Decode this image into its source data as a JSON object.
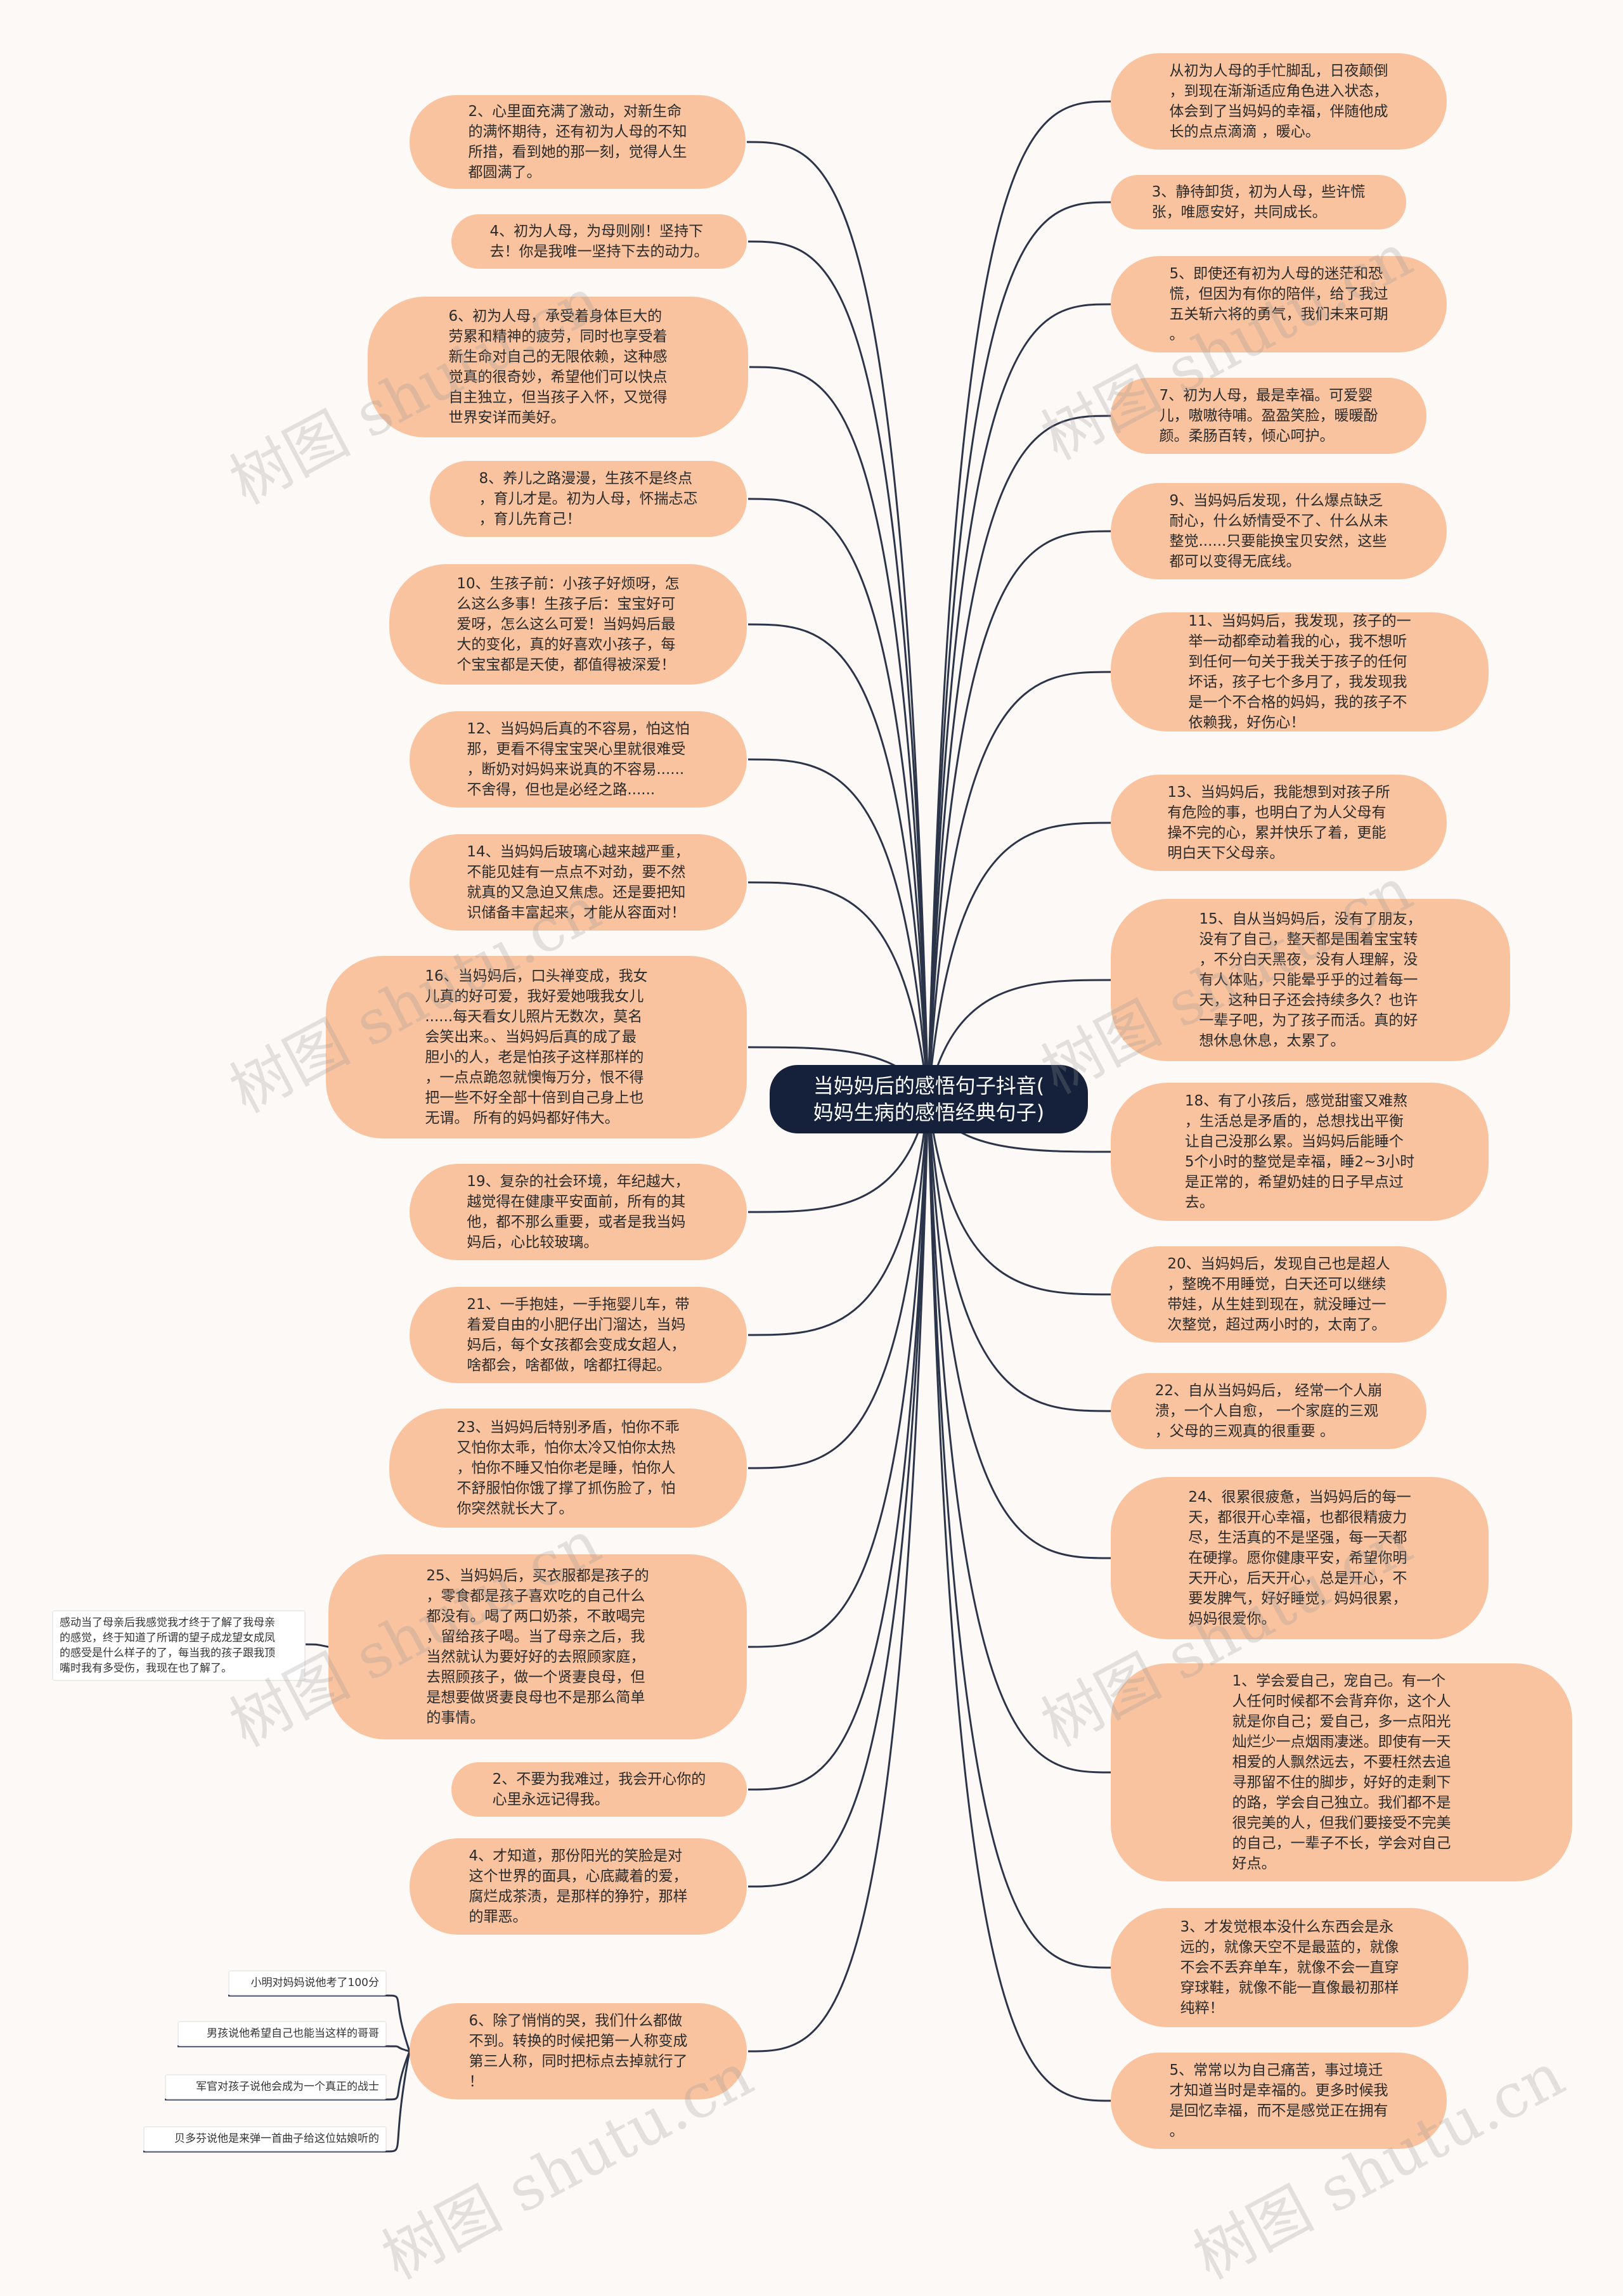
{
  "center": {
    "title": "当妈妈后的感悟句子抖音(\n妈妈生病的感悟经典句子)"
  },
  "left_nodes": [
    "2、心里面充满了激动，对新生命\n的满怀期待，还有初为人母的不知\n所措，看到她的那一刻，觉得人生\n都圆满了。",
    "4、初为人母，为母则刚！坚持下\n去！你是我唯一坚持下去的动力。",
    "6、初为人母，承受着身体巨大的\n劳累和精神的疲劳，同时也享受着\n新生命对自己的无限依赖，这种感\n觉真的很奇妙，希望他们可以快点\n自主独立，但当孩子入怀，又觉得\n世界安详而美好。",
    "8、养儿之路漫漫，生孩不是终点\n，育儿才是。初为人母，怀揣忐忑\n，育儿先育己！",
    "10、生孩子前：小孩子好烦呀，怎\n么这么多事！生孩子后：宝宝好可\n爱呀，怎么这么可爱！当妈妈后最\n大的变化，真的好喜欢小孩子，每\n个宝宝都是天使，都值得被深爱！",
    "12、当妈妈后真的不容易，怕这怕\n那，更看不得宝宝哭心里就很难受\n，断奶对妈妈来说真的不容易......\n不舍得，但也是必经之路......",
    "14、当妈妈后玻璃心越来越严重，\n不能见娃有一点点不对劲，要不然\n就真的又急迫又焦虑。还是要把知\n识储备丰富起来，才能从容面对！",
    "16、当妈妈后，口头禅变成，我女\n儿真的好可爱，我好爱她哦我女儿\n......每天看女儿照片无数次，莫名\n会笑出来。、当妈妈后真的成了最\n胆小的人，老是怕孩子这样那样的\n，一点点跪忽就懊悔万分，恨不得\n把一些不好全部十倍到自己身上也\n无谓。 所有的妈妈都好伟大。",
    "19、复杂的社会环境，年纪越大，\n越觉得在健康平安面前，所有的其\n他，都不那么重要，或者是我当妈\n妈后，心比较玻璃。",
    "21、一手抱娃，一手拖婴儿车，带\n着爱自由的小肥仔出门溜达，当妈\n妈后，每个女孩都会变成女超人，\n啥都会，啥都做，啥都扛得起。",
    "23、当妈妈后特别矛盾，怕你不乖\n又怕你太乖，怕你太冷又怕你太热\n，怕你不睡又怕你老是睡，怕你人\n不舒服怕你饿了撑了抓伤脸了，怕\n你突然就长大了。",
    "25、当妈妈后，买衣服都是孩子的\n，零食都是孩子喜欢吃的自己什么\n都没有。喝了两口奶茶，不敢喝完\n，留给孩子喝。当了母亲之后，我\n当然就认为要好好的去照顾家庭，\n去照顾孩子，做一个贤妻良母，但\n是想要做贤妻良母也不是那么简单\n的事情。",
    "2、不要为我难过，我会开心你的\n心里永远记得我。",
    "4、才知道，那份阳光的笑脸是对\n这个世界的面具，心底藏着的爱，\n腐烂成茶渍，是那样的狰狞，那样\n的罪恶。",
    "6、除了悄悄的哭，我们什么都做\n不到。转换的时候把第一人称变成\n第三人称，同时把标点去掉就行了\n！"
  ],
  "right_nodes": [
    "从初为人母的手忙脚乱，日夜颠倒\n，到现在渐渐适应角色进入状态，\n体会到了当妈妈的幸福，伴随他成\n长的点点滴滴 ，暖心。",
    "3、静待卸货，初为人母，些许慌\n张，唯愿安好，共同成长。",
    "5、即使还有初为人母的迷茫和恐\n慌，但因为有你的陪伴，给了我过\n五关斩六将的勇气，我们未来可期\n。",
    "7、初为人母，最是幸福。可爱婴\n儿，嗷嗷待哺。盈盈笑脸，暖暖酚\n颜。柔肠百转，倾心呵护。",
    "9、当妈妈后发现，什么爆点缺乏\n耐心，什么娇情受不了、什么从未\n整觉......只要能换宝贝安然，这些\n都可以变得无底线。",
    "11、当妈妈后，我发现，孩子的一\n举一动都牵动着我的心，我不想听\n到任何一句关于我关于孩子的任何\n坏话，孩子七个多月了，我发现我\n是一个不合格的妈妈，我的孩子不\n依赖我，好伤心！",
    "13、当妈妈后，我能想到对孩子所\n有危险的事，也明白了为人父母有\n操不完的心，累并快乐了着，更能\n明白天下父母亲。",
    "15、自从当妈妈后，没有了朋友，\n没有了自己，整天都是围着宝宝转\n，不分白天黑夜，没有人理解，没\n有人体贴，只能晕乎乎的过着每一\n天，这种日子还会持续多久？也许\n一辈子吧，为了孩子而活。真的好\n想休息休息，太累了。",
    "18、有了小孩后，感觉甜蜜又难熬\n，生活总是矛盾的，总想找出平衡\n让自己没那么累。当妈妈后能睡个\n5个小时的整觉是幸福，睡2~3小时\n是正常的，希望奶娃的日子早点过\n去。",
    "20、当妈妈后，发现自己也是超人\n，整晚不用睡觉，白天还可以继续\n带娃，从生娃到现在，就没睡过一\n次整觉，超过两小时的，太南了。",
    "22、自从当妈妈后， 经常一个人崩\n溃，一个人自愈， 一个家庭的三观\n，父母的三观真的很重要 。",
    "24、很累很疲惫，当妈妈后的每一\n天，都很开心幸福，也都很精疲力\n尽，生活真的不是坚强，每一天都\n在硬撑。愿你健康平安，希望你明\n天开心，后天开心，总是开心，不\n要发脾气，好好睡觉，妈妈很累，\n妈妈很爱你。",
    "1、学会爱自己，宠自己。有一个\n人任何时候都不会背弃你，这个人\n就是你自己；爱自己，多一点阳光\n灿烂少一点烟雨凄迷。即使有一天\n相爱的人飘然远去，不要枉然去追\n寻那留不住的脚步，好好的走剩下\n的路，学会自己独立。我们都不是\n很完美的人，但我们要接受不完美\n的自己，一辈子不长，学会对自己\n好点。",
    "3、才发觉根本没什么东西会是永\n远的，就像天空不是最蓝的，就像\n不会不丢弃单车，就像不会一直穿\n穿球鞋，就像不能一直像最初那样\n纯粹！",
    "5、常常以为自己痛苦，事过境迁\n才知道当时是幸福的。更多时候我\n是回忆幸福，而不是感觉正在拥有\n。"
  ],
  "leaves": [
    "感动当了母亲后我感觉我才终于了解了我母亲\n的感觉，终于知道了所谓的望子成龙望女成凤\n的感受是什么样子的了，每当我的孩子跟我顶\n嘴时我有多受伤，我现在也了解了。",
    "小明对妈妈说他考了100分",
    "男孩说他希望自己也能当这样的哥哥",
    "军官对孩子说他会成为一个真正的战士",
    "贝多芬说他是来弹一首曲子给这位姑娘听的"
  ],
  "watermark": {
    "text": "树图 shutu.cn"
  },
  "colors": {
    "node": "#f9c3a0",
    "center": "#15213a",
    "line": "#2b3448",
    "background": "#fcf9f6"
  }
}
